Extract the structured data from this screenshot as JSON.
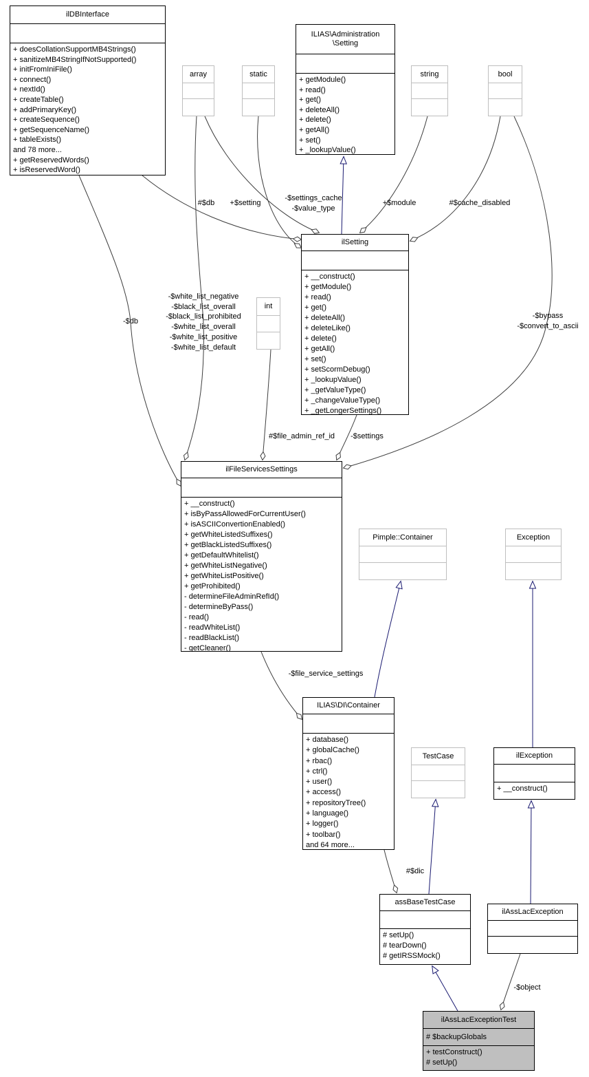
{
  "diagram": {
    "kind": "uml-collaboration-diagram",
    "focus_class": "ilAssLacExceptionTest",
    "colors": {
      "inheritance_edge": "#191970",
      "aggregation_edge": "#3d3d3d",
      "class_border": "#000000",
      "undocumented_border": "#bebebe",
      "focus_fill": "#bfbfbf",
      "background": "#ffffff"
    }
  },
  "classes": {
    "ildbinterface": {
      "name": "ilDBInterface",
      "attributes": [],
      "methods": [
        "+ doesCollationSupportMB4Strings()",
        "+ sanitizeMB4StringIfNotSupported()",
        "+ initFromIniFile()",
        "+ connect()",
        "+ nextId()",
        "+ createTable()",
        "+ addPrimaryKey()",
        "+ createSequence()",
        "+ getSequenceName()",
        "+ tableExists()",
        "and 78 more...",
        "+ getReservedWords()",
        "+ isReservedWord()"
      ]
    },
    "admin_setting": {
      "name_lines": [
        "ILIAS\\Administration",
        "\\Setting"
      ],
      "attributes": [],
      "methods": [
        "+ getModule()",
        "+ read()",
        "+ get()",
        "+ deleteAll()",
        "+ delete()",
        "+ getAll()",
        "+ set()",
        "+ _lookupValue()"
      ]
    },
    "array": {
      "name": "array"
    },
    "static": {
      "name": "static"
    },
    "string": {
      "name": "string"
    },
    "bool": {
      "name": "bool"
    },
    "int": {
      "name": "int"
    },
    "ilsetting": {
      "name": "ilSetting",
      "attributes": [],
      "methods": [
        "+ __construct()",
        "+ getModule()",
        "+ read()",
        "+ get()",
        "+ deleteAll()",
        "+ deleteLike()",
        "+ delete()",
        "+ getAll()",
        "+ set()",
        "+ setScormDebug()",
        "+ _lookupValue()",
        "+ _getValueType()",
        "+ _changeValueType()",
        "+ _getLongerSettings()"
      ]
    },
    "ilfileservicessettings": {
      "name": "ilFileServicesSettings",
      "attributes": [],
      "methods": [
        "+ __construct()",
        "+ isByPassAllowedForCurrentUser()",
        "+ isASCIIConvertionEnabled()",
        "+ getWhiteListedSuffixes()",
        "+ getBlackListedSuffixes()",
        "+ getDefaultWhitelist()",
        "+ getWhiteListNegative()",
        "+ getWhiteListPositive()",
        "+ getProhibited()",
        "- determineFileAdminRefId()",
        "- determineByPass()",
        "- read()",
        "- readWhiteList()",
        "- readBlackList()",
        "- getCleaner()"
      ]
    },
    "pimple_container": {
      "name": "Pimple::Container"
    },
    "exception": {
      "name": "Exception"
    },
    "di_container": {
      "name": "ILIAS\\DI\\Container",
      "attributes": [],
      "methods": [
        "+ database()",
        "+ globalCache()",
        "+ rbac()",
        "+ ctrl()",
        "+ user()",
        "+ access()",
        "+ repositoryTree()",
        "+ language()",
        "+ logger()",
        "+ toolbar()",
        "and 64 more..."
      ]
    },
    "testcase": {
      "name": "TestCase"
    },
    "ilexception": {
      "name": "ilException",
      "attributes": [],
      "methods": [
        "+ __construct()"
      ]
    },
    "assbasetestcase": {
      "name": "assBaseTestCase",
      "attributes": [],
      "methods": [
        "# setUp()",
        "# tearDown()",
        "# getIRSSMock()"
      ]
    },
    "ilasslacexception": {
      "name": "ilAssLacException",
      "attributes": [],
      "methods": []
    },
    "ilasslacexceptiontest": {
      "name": "ilAssLacExceptionTest",
      "attributes": [
        "# $backupGlobals"
      ],
      "methods": [
        "+ testConstruct()",
        "# setUp()"
      ]
    }
  },
  "edge_labels": {
    "db_protected": "#$db",
    "setting": "+$setting",
    "settings_cache_lines": [
      "-$settings_cache",
      "-$value_type"
    ],
    "module": "+$module",
    "cache_disabled": "#$cache_disabled",
    "db_private": "-$db",
    "white_lists_lines": [
      "-$white_list_negative",
      "-$black_list_overall",
      "-$black_list_prohibited",
      "-$white_list_overall",
      "-$white_list_positive",
      "-$white_list_default"
    ],
    "bypass_lines": [
      "-$bypass",
      "-$convert_to_ascii"
    ],
    "file_admin_ref_id": "#$file_admin_ref_id",
    "settings": "-$settings",
    "file_service_settings": "-$file_service_settings",
    "dic": "#$dic",
    "object": "-$object"
  }
}
